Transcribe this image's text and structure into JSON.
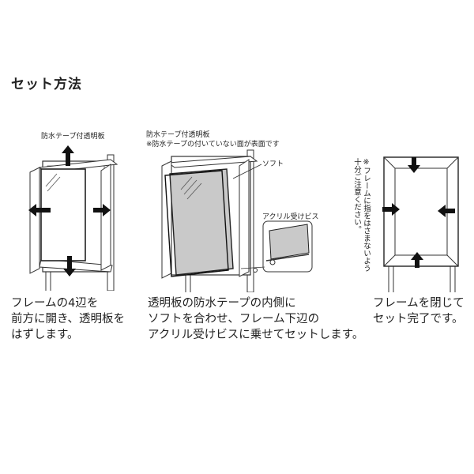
{
  "title": "セット方法",
  "step1": {
    "label": "防水テープ付透明板",
    "caption": [
      "フレームの4辺を",
      "前方に開き、透明板を",
      "はずします。"
    ]
  },
  "step2": {
    "label_main": "防水テープ付透明板",
    "label_note": "※防水テープの付いていない面が表面です",
    "label_soft": "ソフト",
    "label_screw": "アクリル受けビス",
    "caption": [
      "透明板の防水テープの内側に",
      "ソフトを合わせ、フレーム下辺の",
      "アクリル受けビスに乗せてセットします。"
    ]
  },
  "step3": {
    "note": [
      "※フレームに指をはさまないよう",
      "十分ご注意ください。"
    ],
    "caption": [
      "フレームを閉じて",
      "セット完了です。"
    ]
  },
  "colors": {
    "line": "#333333",
    "panel": "#c9c9c9",
    "arrow": "#111111"
  }
}
